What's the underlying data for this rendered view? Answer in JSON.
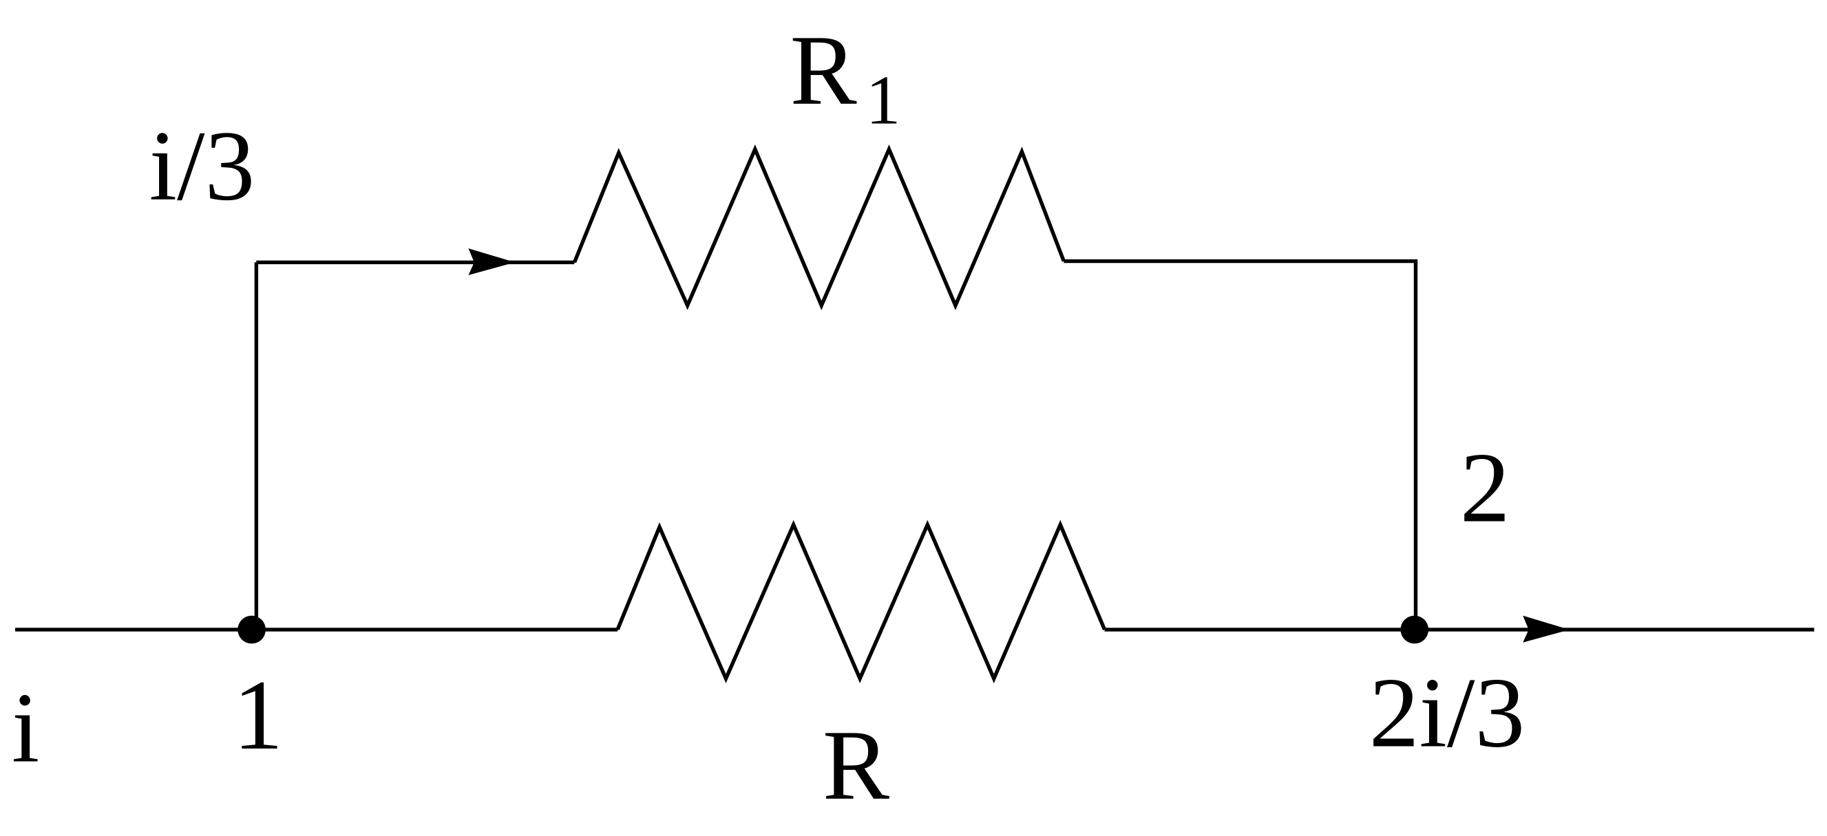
{
  "labels": {
    "resistor_top": "R",
    "resistor_top_subscript": "1",
    "resistor_bottom": "R",
    "current_top": "i/3",
    "current_in": "i",
    "current_out": "2i/3",
    "node_1": "1",
    "node_2": "2"
  },
  "colors": {
    "line": "#000000",
    "background": "#ffffff"
  }
}
